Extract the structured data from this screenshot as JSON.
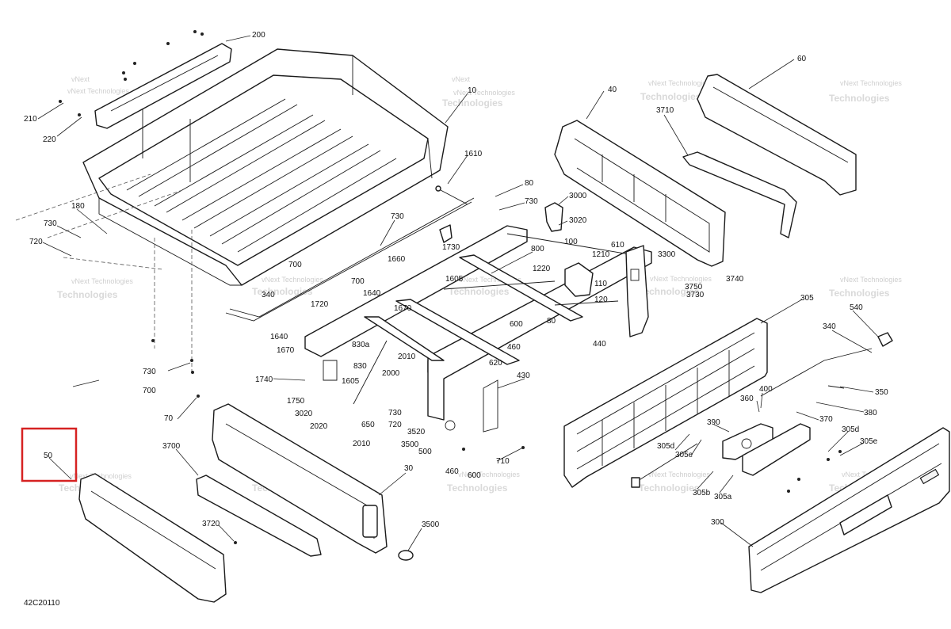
{
  "diagram_code": "42C20110",
  "watermark": {
    "line1": "vNext",
    "line2": "Technologies",
    "line3": "vNext Technologies"
  },
  "highlighted_callout": "50",
  "callouts": {
    "c200": "200",
    "c210": "210",
    "c220": "220",
    "c10": "10",
    "c1610": "1610",
    "c180": "180",
    "c730a": "730",
    "c720": "720",
    "c700a": "700",
    "c730b": "730",
    "c700b": "700",
    "c1660": "1660",
    "c1640a": "1640",
    "c340b": "340",
    "c1720": "1720",
    "c1640b": "1640",
    "c1670a": "1670",
    "c730c": "730",
    "c700c": "700",
    "c70": "70",
    "c50": "50",
    "c3700": "3700",
    "c3720": "3720",
    "c30": "30",
    "c3500a": "3500",
    "c80": "80",
    "c730d": "730",
    "c3000": "3000",
    "c3020a": "3020",
    "c1730": "1730",
    "c800": "800",
    "c100": "100",
    "c1210": "1210",
    "c610": "610",
    "c3300": "3300",
    "c1220": "1220",
    "c1605a": "1605",
    "c1670b": "1670",
    "c110": "110",
    "c120": "120",
    "c3750": "3750",
    "c3740": "3740",
    "c3730": "3730",
    "c40": "40",
    "c3710": "3710",
    "c60": "60",
    "c600": "600",
    "c80b": "80",
    "c460a": "460",
    "c620": "620",
    "c440": "440",
    "c305": "305",
    "c540": "540",
    "c340": "340",
    "c830a": "830a",
    "c830": "830",
    "c1605b": "1605",
    "c2010a": "2010",
    "c2000": "2000",
    "c1740": "1740",
    "c1750": "1750",
    "c3020b": "3020",
    "c2020": "2020",
    "c2010b": "2010",
    "c650": "650",
    "c730e": "730",
    "c720b": "720",
    "c430": "430",
    "c3520": "3520",
    "c3500b": "3500",
    "c500": "500",
    "c460b": "460",
    "c600b": "600",
    "c710": "710",
    "c350": "350",
    "c400": "400",
    "c360": "360",
    "c370": "370",
    "c380": "380",
    "c390": "390",
    "c305d": "305d",
    "c305e": "305e",
    "c305d2": "305d",
    "c305e2": "305e",
    "c305b": "305b",
    "c305a": "305a",
    "c300": "300"
  },
  "colors": {
    "highlight": "#d62222",
    "line": "#1a1a1a",
    "watermark": "#d9d9d9"
  }
}
